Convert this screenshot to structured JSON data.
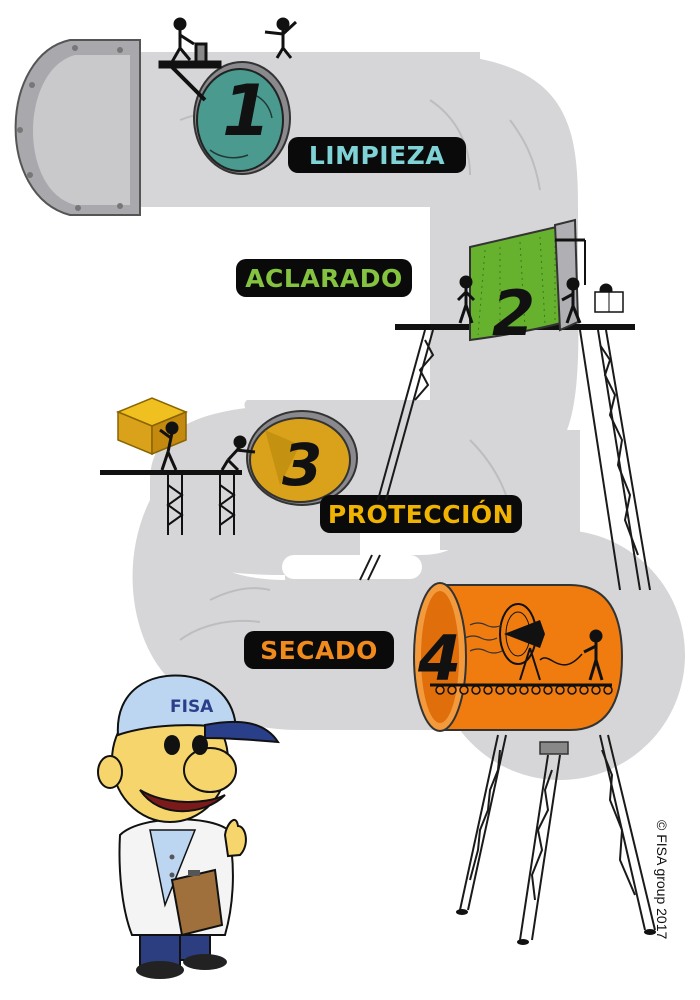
{
  "stages": [
    {
      "number": "1",
      "label": "LIMPIEZA",
      "label_color": "#7fd3d6",
      "fill_color": "#4a9a90"
    },
    {
      "number": "2",
      "label": "ACLARADO",
      "label_color": "#84c340",
      "fill_color": "#66b22e"
    },
    {
      "number": "3",
      "label": "PROTECCIÓN",
      "label_color": "#f0b400",
      "fill_color": "#d9a21a"
    },
    {
      "number": "4",
      "label": "SECADO",
      "label_color": "#f08a1c",
      "fill_color": "#f07c10"
    }
  ],
  "mascot": {
    "cap_text": "FISA",
    "cap_color": "#3a56a8"
  },
  "copyright": "© FISA group 2017",
  "colors": {
    "tube": "#d6d6d8",
    "tube_shadow": "#a9a9ad",
    "label_bg": "#0a0a0a",
    "structure": "#1a1a1a"
  }
}
